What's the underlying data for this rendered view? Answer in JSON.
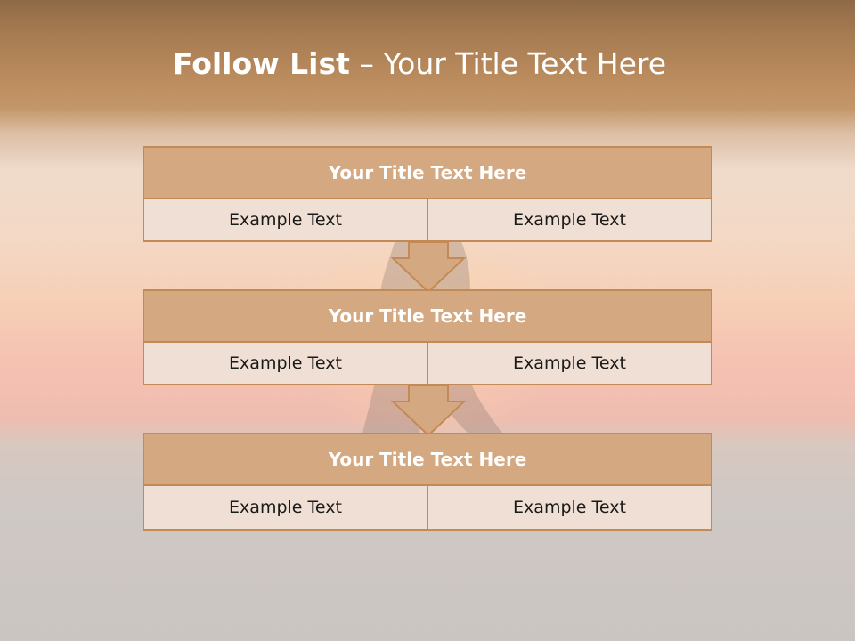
{
  "slide": {
    "title_bold": "Follow List",
    "title_rest": " – Your Title Text Here",
    "colors": {
      "header_fill": "#d4a880",
      "cell_fill": "#efdfd4",
      "border": "#c48a55"
    },
    "steps": [
      {
        "title": "Your Title Text Here",
        "left": "Example Text",
        "right": "Example Text"
      },
      {
        "title": "Your Title Text Here",
        "left": "Example Text",
        "right": "Example Text"
      },
      {
        "title": "Your Title Text Here",
        "left": "Example Text",
        "right": "Example Text"
      }
    ],
    "connector_icon": "down-arrow-icon"
  }
}
